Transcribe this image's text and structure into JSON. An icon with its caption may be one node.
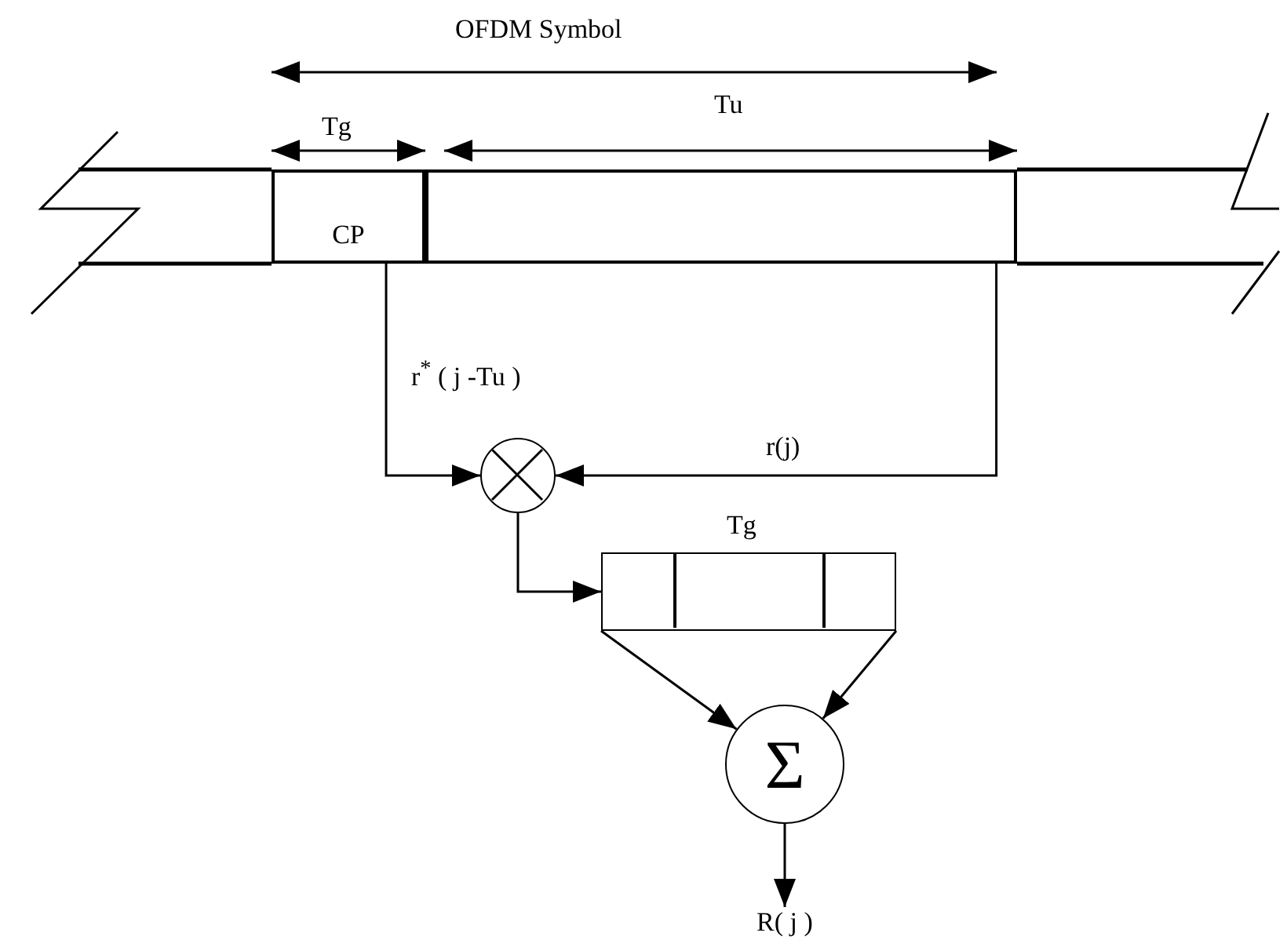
{
  "diagram": {
    "nodes": [
      {
        "text": [
          "CP"
        ]
      },
      {
        "text": [],
        "shape": "box"
      },
      {
        "text": [],
        "shape": "circle"
      },
      {
        "text": [
          "Tg"
        ]
      },
      {
        "text": [
          "Σ"
        ]
      },
      {
        "text": [
          "R( j )"
        ]
      }
    ],
    "edges": [
      {
        "from": 0,
        "to": 2,
        "arrow": "to",
        "label": "r$^{*}$ ( j -Tu )"
      },
      {
        "from": 1,
        "to": 2,
        "arrow": "to",
        "label": "r(j)"
      },
      {
        "from": 2,
        "to": 3,
        "arrow": "to"
      },
      {
        "from": 3,
        "to": 4,
        "arrow": "to"
      },
      {
        "from": 3,
        "to": 4,
        "arrow": "to"
      },
      {
        "from": 4,
        "to": 5,
        "arrow": "to"
      }
    ],
    "labels": [
      "OFDM Symbol",
      "Tu",
      "Tg"
    ]
  }
}
